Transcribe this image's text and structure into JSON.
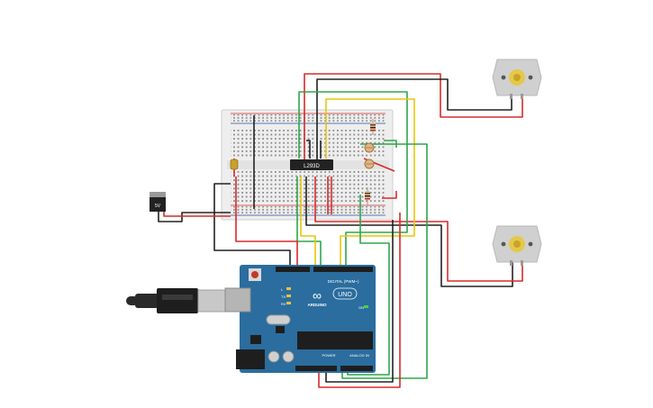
{
  "circuit": {
    "driver_chip_label": "L293D",
    "regulator_label": "5V",
    "arduino": {
      "logo_text": "∞",
      "brand": "ARDUINO",
      "model": "UNO",
      "digital_header_label": "DIGITAL (PWM~)",
      "power_label": "POWER",
      "analog_label": "ANALOG IN",
      "tx_label": "TX",
      "rx_label": "RX",
      "l_label": "L",
      "on_label": "ON"
    },
    "motors": [
      {
        "id": "motor-top"
      },
      {
        "id": "motor-bottom"
      }
    ],
    "wire_colors": {
      "red": "#d62b2b",
      "black": "#222222",
      "green": "#2ea64a",
      "yellow": "#e8c60a",
      "board_blue": "#2a6d9e",
      "breadboard": "#eeeeee"
    }
  }
}
